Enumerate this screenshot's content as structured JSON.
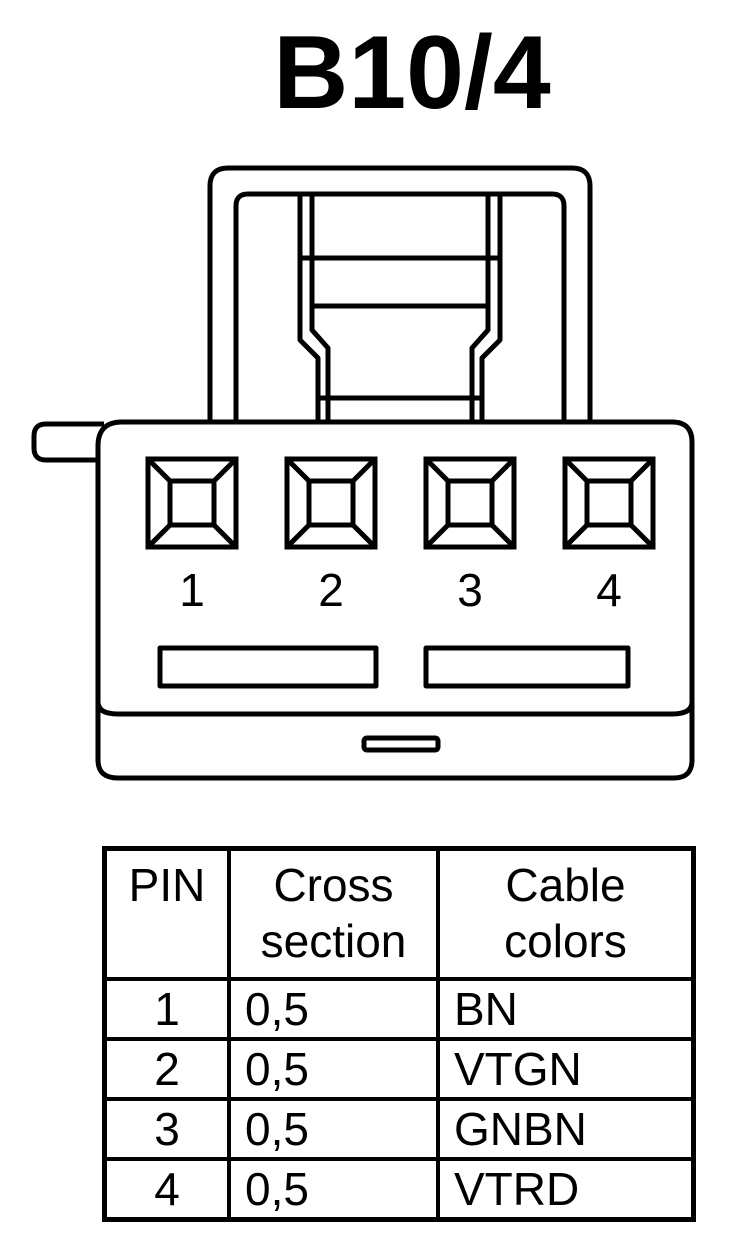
{
  "connector": {
    "id": "B10/4",
    "pin_labels": [
      "1",
      "2",
      "3",
      "4"
    ]
  },
  "table": {
    "headers": {
      "pin": "PIN",
      "cross_section_line1": "Cross",
      "cross_section_line2": "section",
      "cable_colors_line1": "Cable",
      "cable_colors_line2": "colors"
    },
    "rows": [
      {
        "pin": "1",
        "cross_section": "0,5",
        "color": "BN"
      },
      {
        "pin": "2",
        "cross_section": "0,5",
        "color": "VTGN"
      },
      {
        "pin": "3",
        "cross_section": "0,5",
        "color": "GNBN"
      },
      {
        "pin": "4",
        "cross_section": "0,5",
        "color": "VTRD"
      }
    ]
  }
}
